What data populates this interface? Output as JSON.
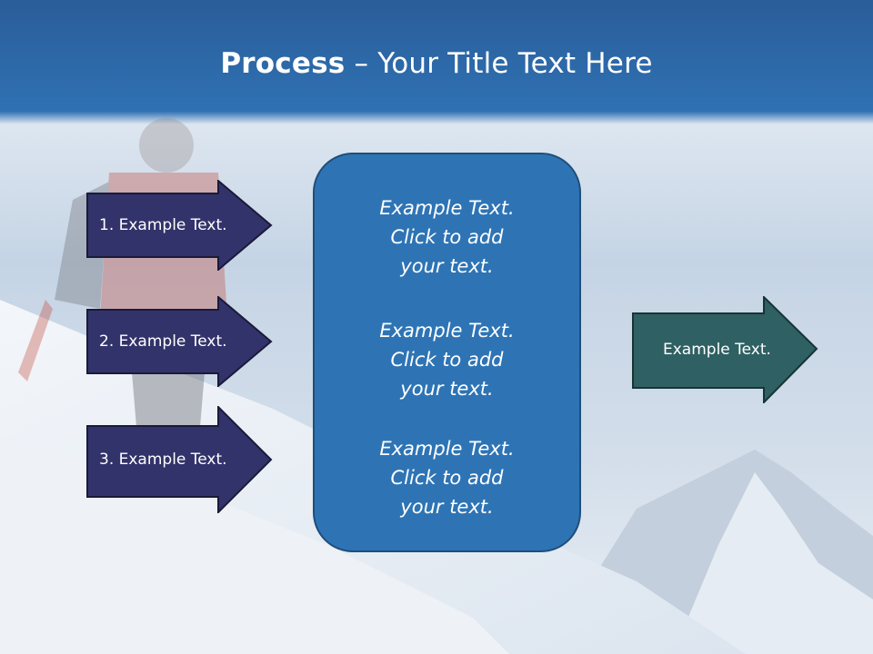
{
  "title": {
    "bold": "Process",
    "rest": " – Your Title Text Here"
  },
  "left_steps": [
    {
      "label": "1. Example Text."
    },
    {
      "label": "2. Example Text."
    },
    {
      "label": "3. Example Text."
    }
  ],
  "center_box": {
    "blocks": [
      {
        "line1": "Example Text.",
        "line2": "Click  to add",
        "line3": "your text."
      },
      {
        "line1": "Example Text.",
        "line2": "Click  to add",
        "line3": "your text."
      },
      {
        "line1": "Example Text.",
        "line2": "Click  to add",
        "line3": "your text."
      }
    ]
  },
  "right_step": {
    "label": "Example Text."
  },
  "colors": {
    "header_blue": "#2b6cab",
    "step_fill": "#33336b",
    "box_fill": "#2e74b5",
    "result_fill": "#2f6063"
  }
}
